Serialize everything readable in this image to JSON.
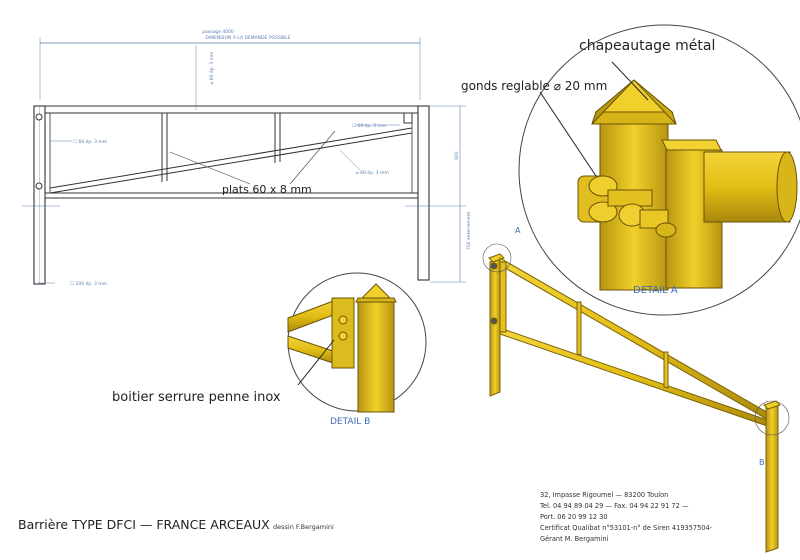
{
  "title": {
    "main": "Barrière TYPE DFCI  —  FRANCE ARCEAUX",
    "author": "dessin F.Bergamini"
  },
  "callouts": {
    "plats": "plats 60 x 8 mm",
    "chapeautage": "chapeautage métal",
    "gonds": "gonds reglable ⌀ 20 mm",
    "boitier": "boitier serrure penne inox"
  },
  "details": {
    "a_label": "DETAIL A",
    "b_label": "DETAIL B",
    "a_marker": "A",
    "b_marker": "B"
  },
  "dimensions": {
    "passage_1": "passage 4000",
    "passage_2": "DIMENSION A LA DEMANDE POSSIBLE",
    "tube_top": "⌀ 60 ép. 3 mm",
    "sq_left": "☐ 60 ép. 3 mm",
    "sq_right": "☐ 60 ép. 3 mm",
    "tube_right": "⌀ 60 ép. 3 mm",
    "sq_post": "☐ 100 ép. 3 mm",
    "height": "900",
    "ground": "700 enterrement"
  },
  "address": {
    "line1": "32, Impasse Rigoumel — 83200 Toulon",
    "line2": "Tel. 04 94 89 04 29 — Fax. 04 94 22 91 72 —",
    "line3": "Port. 06 20 99 12 30",
    "line4": "Certificat Qualibat n°53101-n° de Siren 419357504-",
    "line5": "Gérant M. Bergamini"
  },
  "colors": {
    "steel_yellow": "#e8c31c",
    "steel_dark": "#9c7f0a",
    "dimension_blue": "#3e6fb0"
  }
}
